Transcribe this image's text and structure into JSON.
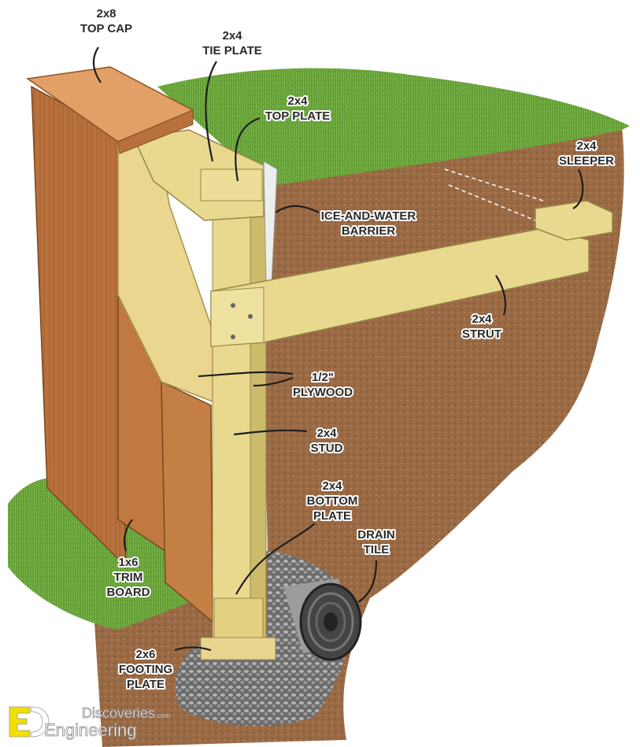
{
  "labels": {
    "top_cap": [
      "2x8",
      "TOP CAP"
    ],
    "tie_plate": [
      "2x4",
      "TIE PLATE"
    ],
    "top_plate": [
      "2x4",
      "TOP PLATE"
    ],
    "sleeper": [
      "2x4",
      "SLEEPER"
    ],
    "barrier": [
      "ICE-AND-WATER",
      "BARRIER"
    ],
    "strut": [
      "2x4",
      "STRUT"
    ],
    "plywood": [
      "1/2\"",
      "PLYWOOD"
    ],
    "stud": [
      "2x4",
      "STUD"
    ],
    "bottom_plate": [
      "2x4",
      "BOTTOM",
      "PLATE"
    ],
    "drain_tile": [
      "DRAIN",
      "TILE"
    ],
    "trim_board": [
      "1x6",
      "TRIM",
      "BOARD"
    ],
    "footing_plate": [
      "2x6",
      "FOOTING",
      "PLATE"
    ]
  },
  "watermark": {
    "line1": "Discoveries",
    "suffix": ".com",
    "line2": "Engineering",
    "logo_letters": "ED"
  },
  "colors": {
    "soil": "#9a6a45",
    "grass": "#5f9a35",
    "lumber": "#e6d58a",
    "fence": "#b8713c",
    "gravel": "#8a8a8a",
    "logo": "#f0e000"
  }
}
